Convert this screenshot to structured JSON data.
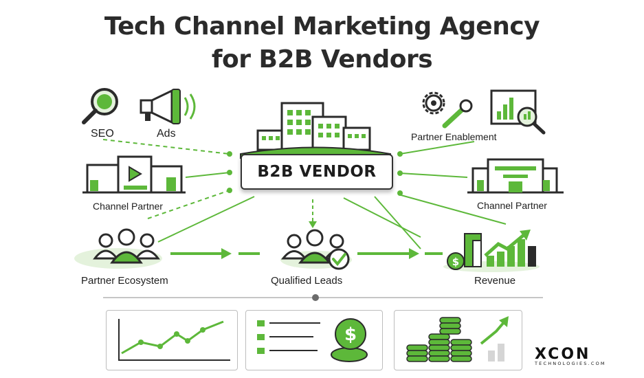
{
  "title": {
    "line1": "Tech Channel Marketing Agency",
    "line2": "for B2B Vendors"
  },
  "center": {
    "label": "B2B VENDOR"
  },
  "nodes": {
    "seo": "SEO",
    "ads": "Ads",
    "partner_enablement": "Partner Enablement",
    "channel_partner_left": "Channel Partner",
    "channel_partner_right": "Channel Partner",
    "partner_ecosystem": "Partner Ecosystem",
    "qualified_leads": "Qualified Leads",
    "revenue": "Revenue"
  },
  "colors": {
    "accent_green": "#5db83a",
    "dark": "#2b2b2b",
    "light_green": "#e4f2dc"
  },
  "icons": [
    "search-icon",
    "megaphone-icon",
    "gear-icon",
    "wrench-icon",
    "chart-magnifier-icon",
    "building-icon",
    "storefront-icon",
    "people-icon",
    "checkmark-icon",
    "dollar-icon",
    "growth-arrow-icon",
    "coins-icon",
    "line-chart-icon",
    "checklist-icon"
  ],
  "logo": {
    "main": "XCON",
    "sub": "TECHNOLOGIES.COM"
  }
}
